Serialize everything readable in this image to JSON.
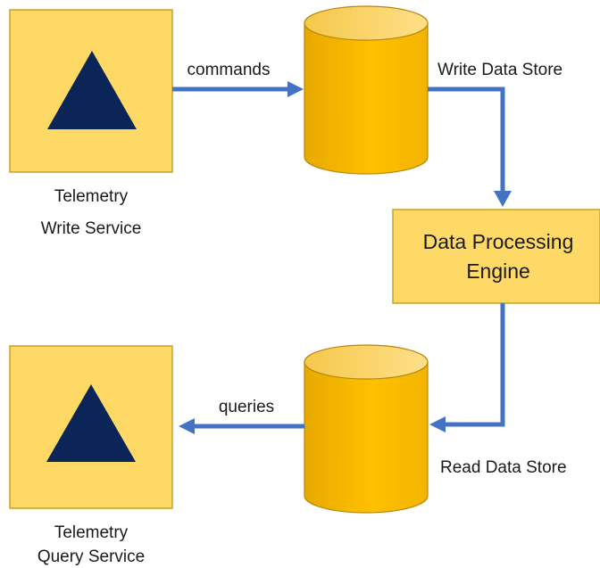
{
  "nodes": {
    "write_service": {
      "label_line1": "Telemetry",
      "label_line2": "Write Service"
    },
    "write_store": {
      "label": "Write Data Store"
    },
    "processing_engine": {
      "label_line1": "Data Processing",
      "label_line2": "Engine"
    },
    "read_store": {
      "label": "Read Data Store"
    },
    "query_service": {
      "label_line1": "Telemetry",
      "label_line2": "Query Service"
    }
  },
  "edges": {
    "commands": {
      "label": "commands"
    },
    "queries": {
      "label": "queries"
    }
  },
  "colors": {
    "box_fill": "#FFD966",
    "box_stroke": "#C9A227",
    "triangle": "#0B2559",
    "arrow": "#4472C4",
    "cylinder_light": "#FFE07A",
    "cylinder_dark": "#E6A600"
  }
}
